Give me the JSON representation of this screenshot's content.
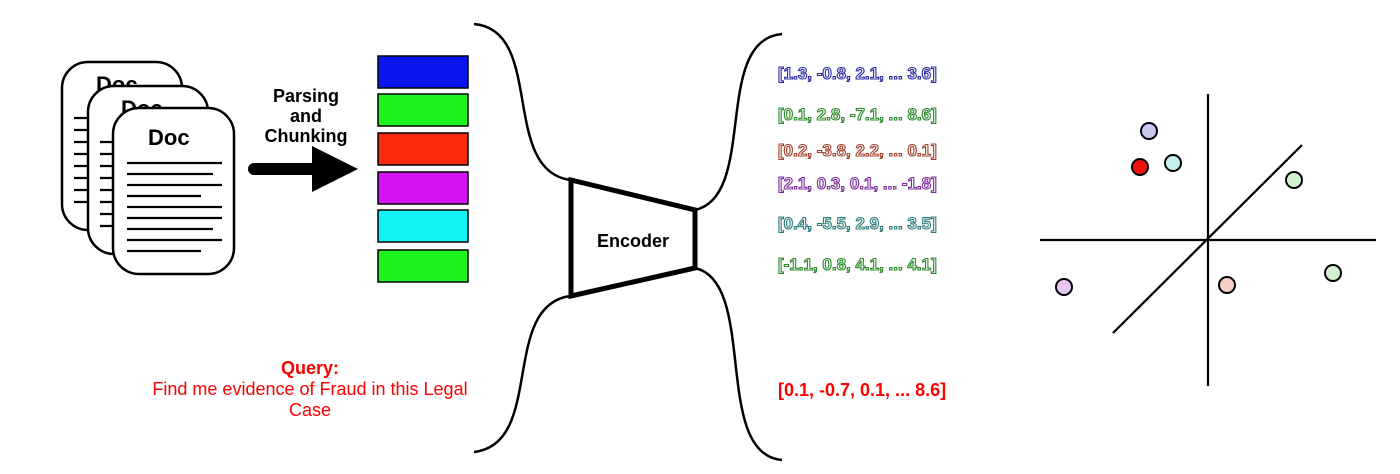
{
  "documents": {
    "title": "Doc",
    "count": 3
  },
  "arrow": {
    "label_lines": [
      "Parsing",
      "and",
      "Chunking"
    ]
  },
  "chunks": [
    {
      "color": "#0a16ee"
    },
    {
      "color": "#1cf41c"
    },
    {
      "color": "#fb2a0c"
    },
    {
      "color": "#d513f5"
    },
    {
      "color": "#10f2f4"
    },
    {
      "color": "#1cf41c"
    }
  ],
  "encoder": {
    "label": "Encoder"
  },
  "embeddings": [
    {
      "text": "[1.3, -0.8, 2.1, ... 3.6]",
      "color": "#2a2aa0"
    },
    {
      "text": "[0.1, 2.8, -7.1, ... 8.6]",
      "color": "#2a8a2a"
    },
    {
      "text": "[0.2, -3.8, 2.2, ... 0.1]",
      "color": "#a0402a"
    },
    {
      "text": "[2.1, 0.3, 0.1, ... -1.8]",
      "color": "#7a2a9a"
    },
    {
      "text": "[0.4, -5.5, 2.9, ... 3.5]",
      "color": "#2a7a7a"
    },
    {
      "text": "[-1.1, 0.8, 4.1, ... 4.1]",
      "color": "#2a8a2a"
    }
  ],
  "query": {
    "title": "Query:",
    "text": "Find me evidence of Fraud in this Legal Case",
    "vector": "[0.1, -0.7, 0.1, ... 8.6]",
    "color": "#ff0000"
  },
  "vector_space": {
    "points": [
      {
        "fill": "#c8c8f0"
      },
      {
        "fill": "#ee1111"
      },
      {
        "fill": "#c8f0ee"
      },
      {
        "fill": "#d0f0d0"
      },
      {
        "fill": "#e8c8ee"
      },
      {
        "fill": "#f6d0c8"
      },
      {
        "fill": "#d0f0d0"
      }
    ]
  }
}
